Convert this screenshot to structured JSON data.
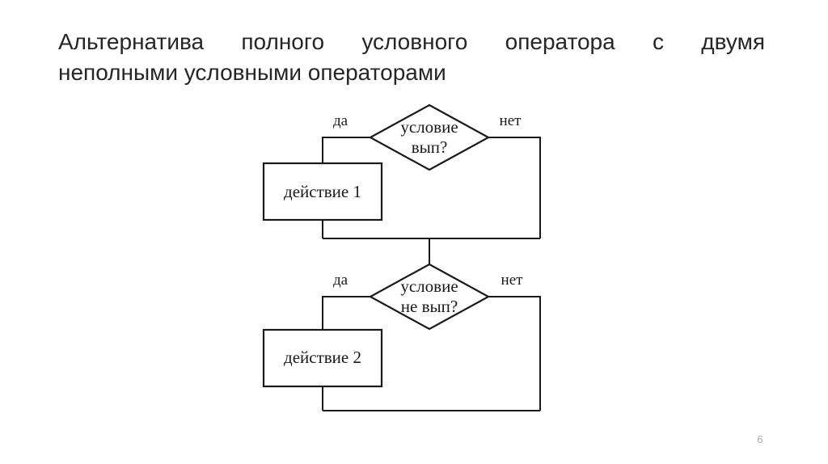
{
  "header": {
    "title_line1": "Альтернатива полного условного оператора с двумя",
    "title_line2": "неполными условными операторами"
  },
  "diagram": {
    "flow1": {
      "condition_line1": "условие",
      "condition_line2": "вып?",
      "yes_label": "да",
      "no_label": "нет",
      "action": "действие 1"
    },
    "flow2": {
      "condition_line1": "условие",
      "condition_line2": "не вып?",
      "yes_label": "да",
      "no_label": "нет",
      "action": "действие 2"
    }
  },
  "footer": {
    "page_number": "6"
  },
  "colors": {
    "background": "#ffffff",
    "line": "#1a1a1a",
    "title_text": "#262626",
    "page_number_text": "#a6a6a6"
  }
}
